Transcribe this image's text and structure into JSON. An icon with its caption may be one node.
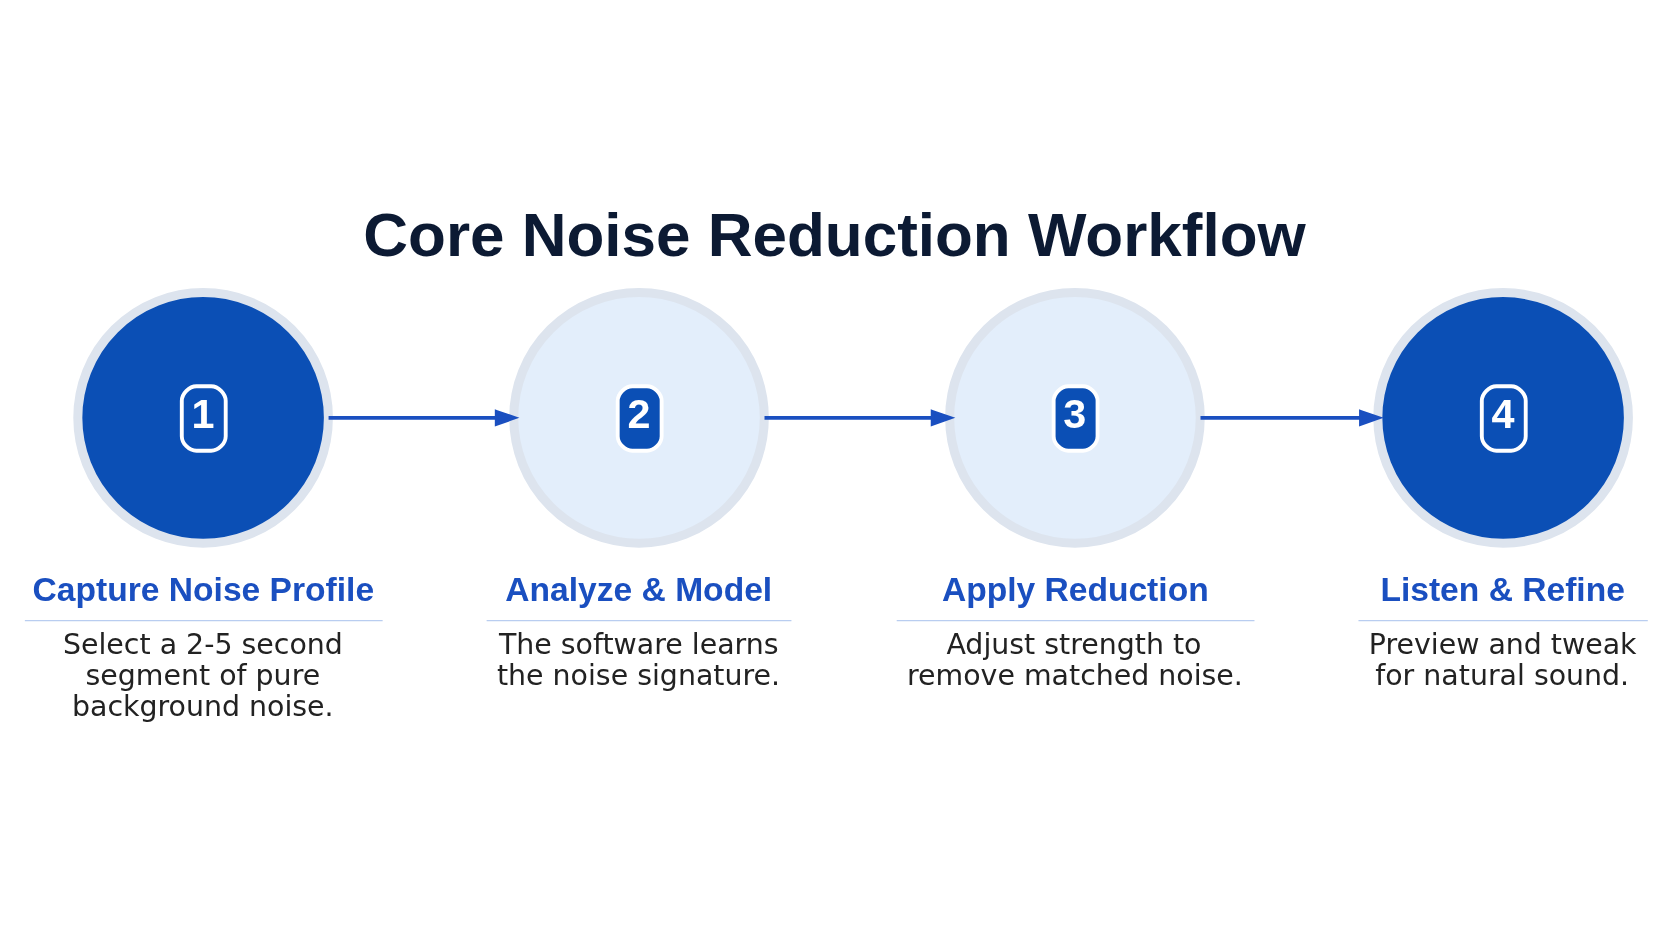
{
  "diagram": {
    "title": "Core Noise Reduction Workflow",
    "nodes": [
      {
        "text": [
          "1"
        ],
        "beside": [
          "Capture Noise Profile",
          "Select a 2-5 second segment of pure background noise."
        ]
      },
      {
        "text": [
          "2"
        ],
        "beside": [
          "Analyze & Model",
          "The software learns the noise signature."
        ]
      },
      {
        "text": [
          "3"
        ],
        "beside": [
          "Apply Reduction",
          "Adjust strength to remove matched noise."
        ]
      },
      {
        "text": [
          "4"
        ],
        "beside": [
          "Listen & Refine",
          "Preview and tweak for natural sound."
        ]
      }
    ],
    "edges": [
      {
        "from": 0,
        "to": 1,
        "arrow": "to"
      },
      {
        "from": 1,
        "to": 2,
        "arrow": "to"
      },
      {
        "from": 2,
        "to": 3,
        "arrow": "to"
      }
    ]
  }
}
